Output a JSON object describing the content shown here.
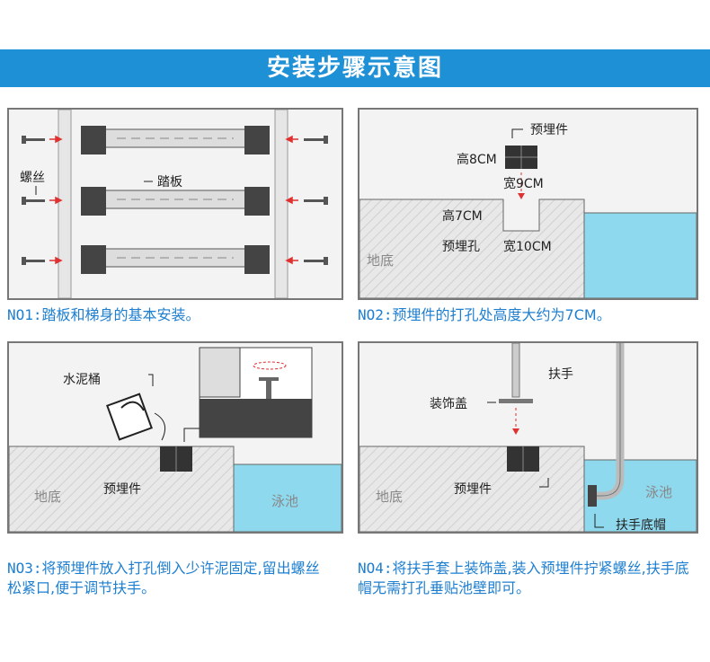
{
  "title": "安装步骤示意图",
  "steps": [
    {
      "caption_no": "NO1:",
      "caption": "踏板和梯身的基本安装。",
      "labels": {
        "screw": "螺丝",
        "tread": "踏板"
      }
    },
    {
      "caption_no": "NO2:",
      "caption": "预埋件的打孔处高度大约为7CM。",
      "labels": {
        "embedded_part": "预埋件",
        "height_8": "高8CM",
        "width_9": "宽9CM",
        "height_7": "高7CM",
        "hole": "预埋孔",
        "width_10": "宽10CM",
        "floor": "地底"
      }
    },
    {
      "caption_no": "NO3:",
      "caption": "将预埋件放入打孔倒入少许泥固定,留出螺丝松紧口,便于调节扶手。",
      "labels": {
        "cement_bucket": "水泥桶",
        "embedded_part": "预埋件",
        "floor": "地底",
        "pool": "泳池"
      }
    },
    {
      "caption_no": "NO4:",
      "caption": "将扶手套上装饰盖,装入预埋件拧紧螺丝,扶手底帽无需打孔垂贴池壁即可。",
      "labels": {
        "handrail": "扶手",
        "cover": "装饰盖",
        "embedded_part": "预埋件",
        "floor": "地底",
        "pool": "泳池",
        "base_cap": "扶手底帽"
      }
    }
  ],
  "colors": {
    "banner": "#1e90d6",
    "caption": "#1e7fd0",
    "pool": "#8fd9ee",
    "arrow": "#e03030"
  }
}
